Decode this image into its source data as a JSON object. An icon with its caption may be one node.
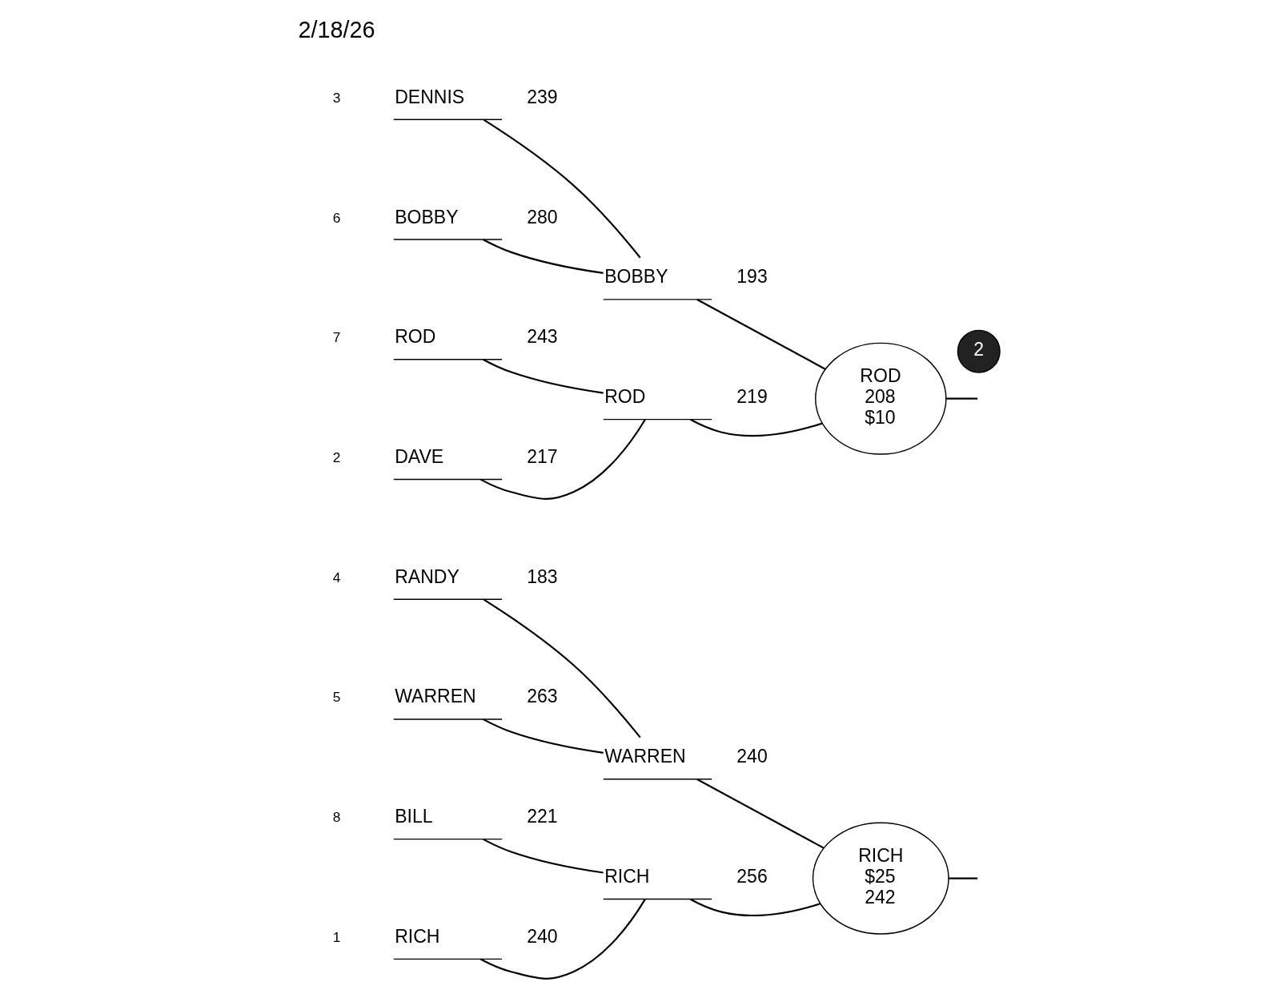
{
  "diagram": {
    "nodes": [
      {
        "text": [
          "RICH"
        ],
        "beside": [
          "1",
          "240"
        ]
      },
      {
        "text": [
          "BILL"
        ],
        "beside": [
          "8",
          "221"
        ]
      },
      {
        "text": [
          "RANDY"
        ],
        "beside": [
          "4",
          "183"
        ]
      },
      {
        "text": [
          "WARREN"
        ],
        "beside": [
          "5",
          "263"
        ]
      },
      {
        "text": [
          "DAVE"
        ],
        "beside": [
          "2",
          "217"
        ]
      },
      {
        "text": [
          "ROD"
        ],
        "beside": [
          "7",
          "243"
        ]
      },
      {
        "text": [
          "DENNIS"
        ],
        "beside": [
          "3",
          "239"
        ]
      },
      {
        "text": [
          "BOBBY"
        ],
        "beside": [
          "6",
          "280"
        ]
      },
      {
        "text": [
          "RICH"
        ],
        "beside": [
          "256"
        ]
      },
      {
        "text": [
          "WARREN"
        ],
        "beside": [
          "240"
        ]
      },
      {
        "text": [
          "ROD"
        ],
        "beside": [
          "219"
        ]
      },
      {
        "text": [
          "BOBBY"
        ],
        "beside": [
          "193"
        ]
      },
      {
        "text": [
          "RICH",
          "$25",
          "242"
        ]
      },
      {
        "text": [
          "ROD",
          "208",
          "$10"
        ]
      }
    ],
    "edges": [
      {
        "from": 0,
        "to": 8,
        "arrow": "none"
      },
      {
        "from": 1,
        "to": 8,
        "arrow": "none"
      },
      {
        "from": 2,
        "to": 9,
        "arrow": "none"
      },
      {
        "from": 3,
        "to": 9,
        "arrow": "none"
      },
      {
        "from": 4,
        "to": 10,
        "arrow": "none"
      },
      {
        "from": 5,
        "to": 10,
        "arrow": "none"
      },
      {
        "from": 6,
        "to": 11,
        "arrow": "none"
      },
      {
        "from": 7,
        "to": 11,
        "arrow": "none"
      },
      {
        "from": 8,
        "to": 12,
        "arrow": "none"
      },
      {
        "from": 9,
        "to": 12,
        "arrow": "none"
      },
      {
        "from": 10,
        "to": 13,
        "arrow": "none"
      },
      {
        "from": 11,
        "to": 13,
        "arrow": "none"
      },
      {
        "from": 12,
        "to": null,
        "arrow": "none"
      },
      {
        "from": 13,
        "to": null,
        "arrow": "none"
      }
    ],
    "labels": [
      "2/18/26",
      "2"
    ]
  }
}
